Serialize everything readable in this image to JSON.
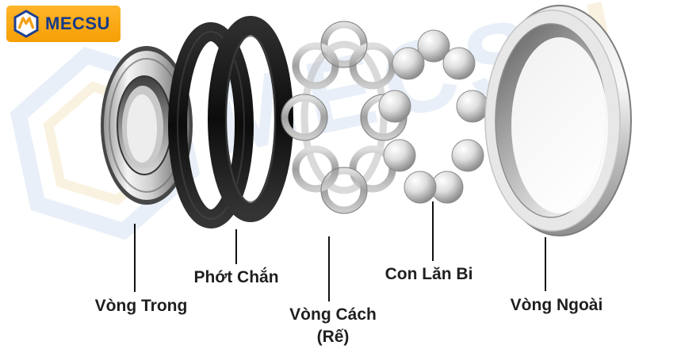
{
  "logo": {
    "text": "MECSU",
    "bg_color": "#f5a11a",
    "text_color": "#163a8a"
  },
  "watermark": {
    "text_blue": "MECS",
    "text_yellow": "U",
    "color_blue": "#d6e3f3",
    "color_yellow": "#f5e8c8"
  },
  "diagram": {
    "labels": {
      "inner_ring": "Vòng Trong",
      "seal": "Phớt Chắn",
      "cage_line1": "Vòng Cách",
      "cage_line2": "(Rế)",
      "balls": "Con Lăn Bi",
      "outer_ring": "Vòng Ngoài"
    },
    "colors": {
      "label_text": "#1f1f1f",
      "leader_line": "#111111"
    }
  }
}
